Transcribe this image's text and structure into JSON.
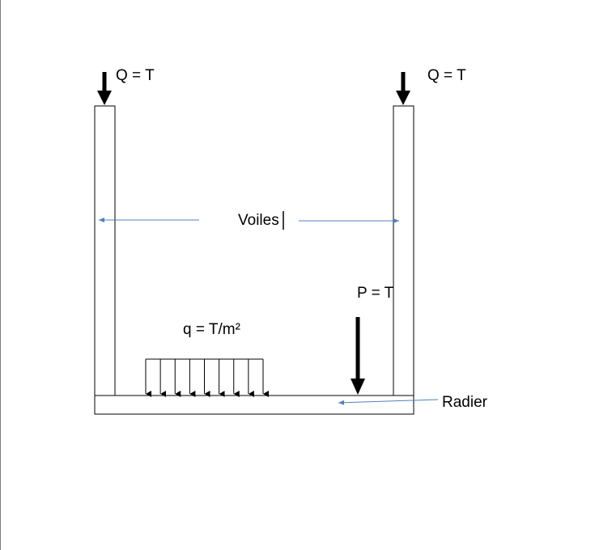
{
  "labels": {
    "q_left": "Q = T",
    "q_right": "Q = T",
    "voiles": "Voiles",
    "p_load": "P = T",
    "q_distributed": "q = T/m²",
    "radier": "Radier"
  },
  "distributed_load_arrow_count": 9,
  "colors": {
    "stroke": "#000000",
    "pointer": "#4f81bd",
    "frame_edge": "#7f7f7f"
  }
}
